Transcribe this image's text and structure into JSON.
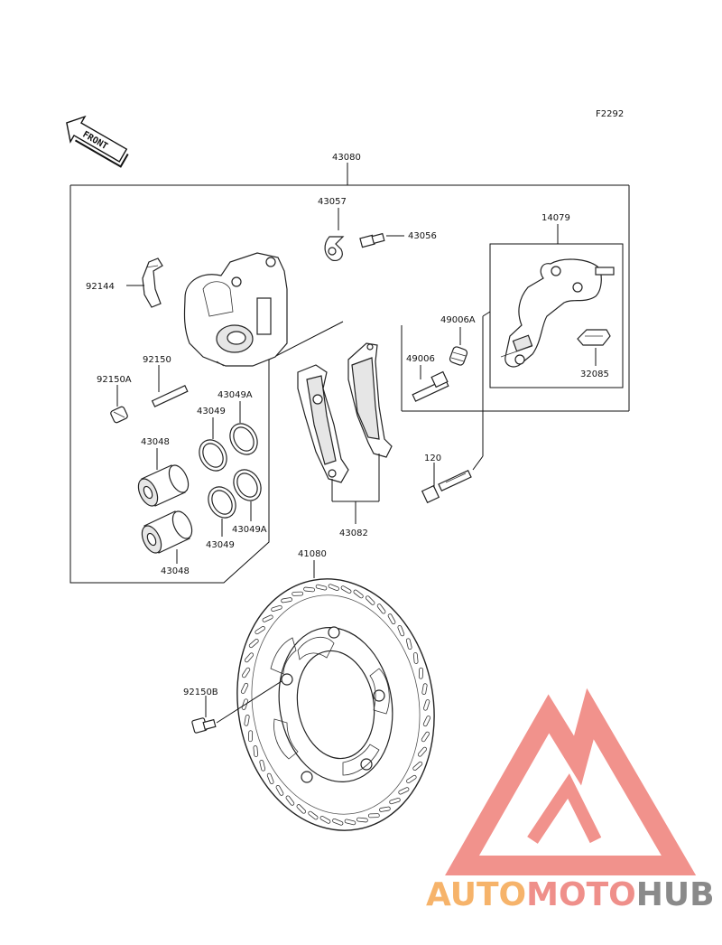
{
  "figure_code": "F2292",
  "front_marker": "FRONT",
  "labels": {
    "l43080": "43080",
    "l43057": "43057",
    "l43056": "43056",
    "l14079": "14079",
    "l92144": "92144",
    "l49006A": "49006A",
    "l49006": "49006",
    "l32085": "32085",
    "l92150": "92150",
    "l92150A": "92150A",
    "l43049A_top": "43049A",
    "l43049_top": "43049",
    "l43048_top": "43048",
    "l43049A_bottom": "43049A",
    "l43049_bottom": "43049",
    "l43048_bottom": "43048",
    "l120": "120",
    "l43082": "43082",
    "l41080": "41080",
    "l92150B": "92150B"
  },
  "watermark": {
    "part1": "AUTO",
    "part2": "MOTO",
    "part3": "HUB",
    "color1": "#f6b36a",
    "color2": "#ef8f8a",
    "color3": "#8a8a8a",
    "logo_color": "#ef7f79"
  }
}
